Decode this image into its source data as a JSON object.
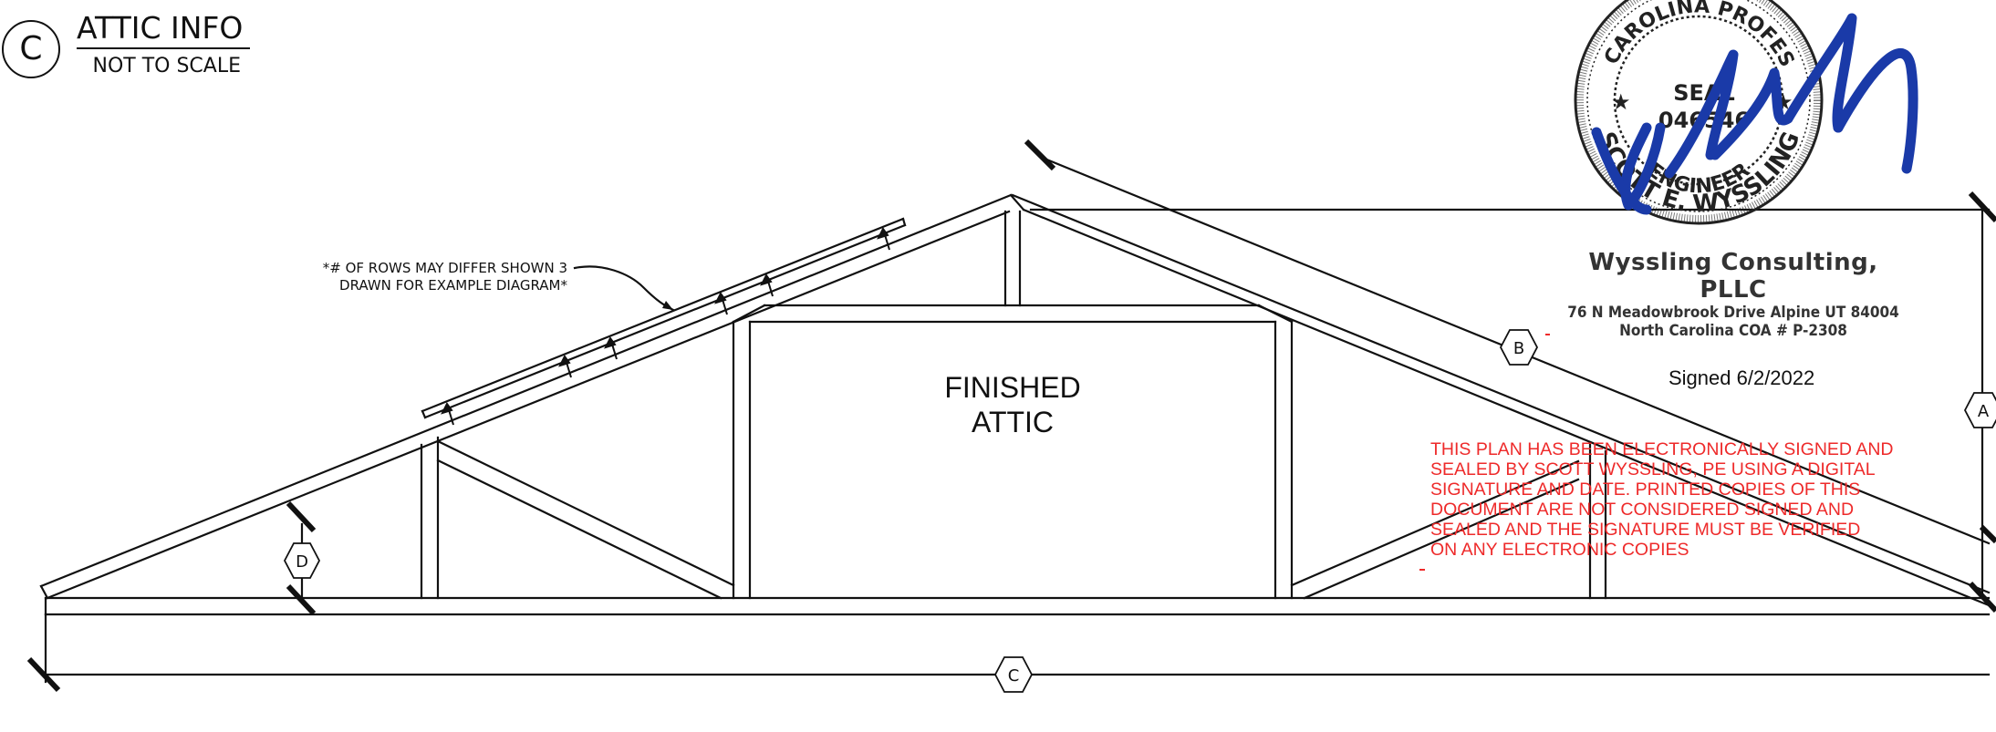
{
  "sheet": {
    "ref_letter": "C",
    "title": "ATTIC INFO",
    "scale": "NOT TO SCALE"
  },
  "note": {
    "line1": "*# OF ROWS MAY DIFFER SHOWN 3",
    "line2": "DRAWN FOR EXAMPLE DIAGRAM*"
  },
  "room": {
    "line1": "FINISHED",
    "line2": "ATTIC"
  },
  "tags": {
    "a": "A",
    "b": "B",
    "c": "C",
    "d": "D"
  },
  "seal": {
    "top_text": "NORTH CAROLINA PROFESSIONAL",
    "word": "SEAL",
    "number": "046546",
    "bottom_text": "ENGINEER",
    "name": "SCOTT E. WYSSLING"
  },
  "company": {
    "name": "Wyssling Consulting, PLLC",
    "address": "76 N Meadowbrook Drive Alpine UT 84004",
    "coa": "North Carolina COA # P-2308"
  },
  "signed": "Signed 6/2/2022",
  "stamp": {
    "line1": "THIS PLAN HAS BEEN ELECTRONICALLY SIGNED AND",
    "line2": "SEALED BY SCOTT WYSSLING, PE USING A DIGITAL",
    "line3": "SIGNATURE AND DATE.  PRINTED COPIES OF THIS",
    "line4": "DOCUMENT ARE NOT CONSIDERED SIGNED AND",
    "line5": "SEALED AND THE SIGNATURE MUST BE VERIFIED",
    "line6": "ON ANY ELECTRONIC COPIES"
  },
  "colors": {
    "ink": "#111111",
    "stamp_red": "#ee2a2a",
    "signature_blue": "#1a3aa8"
  }
}
